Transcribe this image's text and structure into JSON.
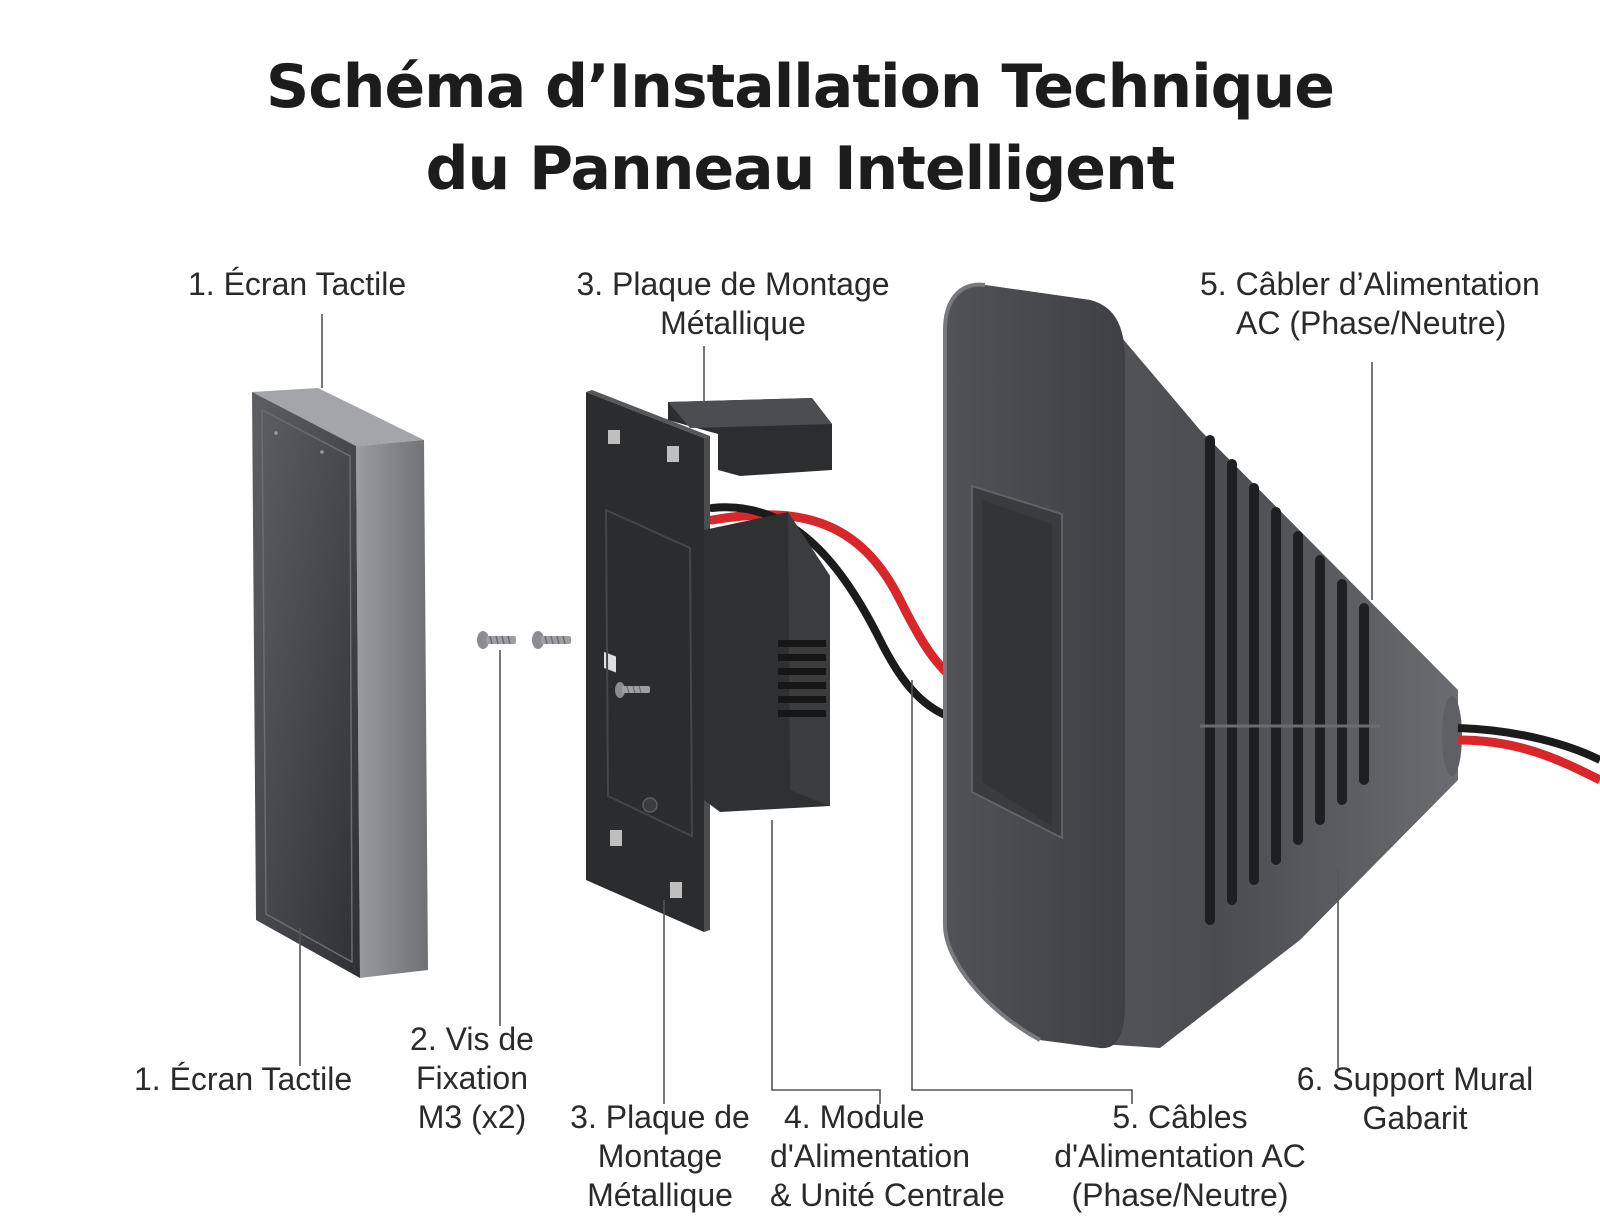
{
  "title": {
    "line1": "Schéma d’Installation Technique",
    "line2": "du Panneau Intelligent"
  },
  "labels_top": {
    "screen": "1. Écran Tactile",
    "plate_1": "3. Plaque de Montage",
    "plate_2": "Métallique",
    "cable_1": "5. Câbler d’Alimentation",
    "cable_2": "AC (Phase/Neutre)"
  },
  "labels_bottom": {
    "screen": "1. Écran Tactile",
    "screws_1": "2. Vis de",
    "screws_2": "Fixation",
    "screws_3": "M3 (x2)",
    "plate_1": "3. Plaque de",
    "plate_2": "Montage",
    "plate_3": "Métallique",
    "module_1": "4. Module",
    "module_2": "d'Alimentation",
    "module_3": "& Unité Centrale",
    "cables_1": "5. Câbles",
    "cables_2": "d'Alimentation AC",
    "cables_3": "(Phase/Neutre)",
    "support_1": "6. Support Mural",
    "support_2": "Gabarit"
  },
  "colors": {
    "device_dark": "#3a3b3d",
    "device_mid": "#56585b",
    "device_light": "#8b8d90",
    "wire_red": "#d8262a",
    "wire_black": "#1b1b1b",
    "leader": "#555555"
  }
}
